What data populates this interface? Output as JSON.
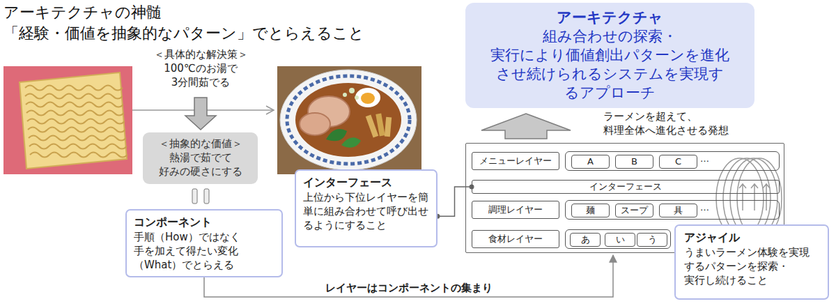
{
  "diagram": {
    "title": "アーキテクチャの神髄",
    "nodes": [
      {
        "text": [
          "＜抽象的な価値＞",
          "熱湯で茹でて 好みの硬さにする"
        ]
      },
      {
        "text": [
          "コンポーネント",
          "手順（How）ではなく 手を加えて得たい変化（What）でとらえる"
        ]
      },
      {
        "text": [
          "インターフェース",
          "上位から下位レイヤーを簡単に組み合わせて呼び出せるようにすること"
        ]
      },
      {
        "text": [
          "アーキテクチャ",
          "組み合わせの探索・実行により価値創出パターンを進化させ続けられるシステムを実現するアプローチ"
        ]
      },
      {
        "text": []
      },
      {
        "text": [
          "メニューレイヤー"
        ],
        "in": 4
      },
      {
        "text": [],
        "in": 4
      },
      {
        "text": [
          "A"
        ],
        "in": 6
      },
      {
        "text": [
          "B"
        ],
        "in": 6
      },
      {
        "text": [
          "C"
        ],
        "in": 6
      },
      {
        "text": [
          "インターフェース"
        ],
        "in": 4
      },
      {
        "text": [
          "調理レイヤー"
        ],
        "in": 4
      },
      {
        "text": [],
        "in": 4
      },
      {
        "text": [
          "麺"
        ],
        "in": 12
      },
      {
        "text": [
          "スープ"
        ],
        "in": 12
      },
      {
        "text": [
          "具"
        ],
        "in": 12
      },
      {
        "text": [
          "食材レイヤー"
        ],
        "in": 4
      },
      {
        "text": [],
        "in": 4
      },
      {
        "text": [
          "あ"
        ],
        "in": 17
      },
      {
        "text": [
          "い"
        ],
        "in": 17
      },
      {
        "text": [
          "う"
        ],
        "in": 17
      },
      {
        "text": [
          "アジャイル",
          "うまいラーメン体験を実現するパターンを探索・実行し続けること"
        ]
      }
    ],
    "edges": [
      {
        "from": 2,
        "to": 10,
        "arrow": "none"
      },
      {
        "from": 1,
        "to": 4,
        "arrow": "to",
        "label": "レイヤーはコンポーネントの集まり"
      },
      {
        "from": 4,
        "to": 3,
        "arrow": "to"
      }
    ],
    "labels": [
      "「経験・価値を抽象的なパターン」でとらえること",
      "＜具体的な解決策＞",
      "100℃のお湯で 3分間茹でる",
      "ラーメンを超えて、料理全体へ進化させる発想",
      "…",
      "…"
    ]
  }
}
